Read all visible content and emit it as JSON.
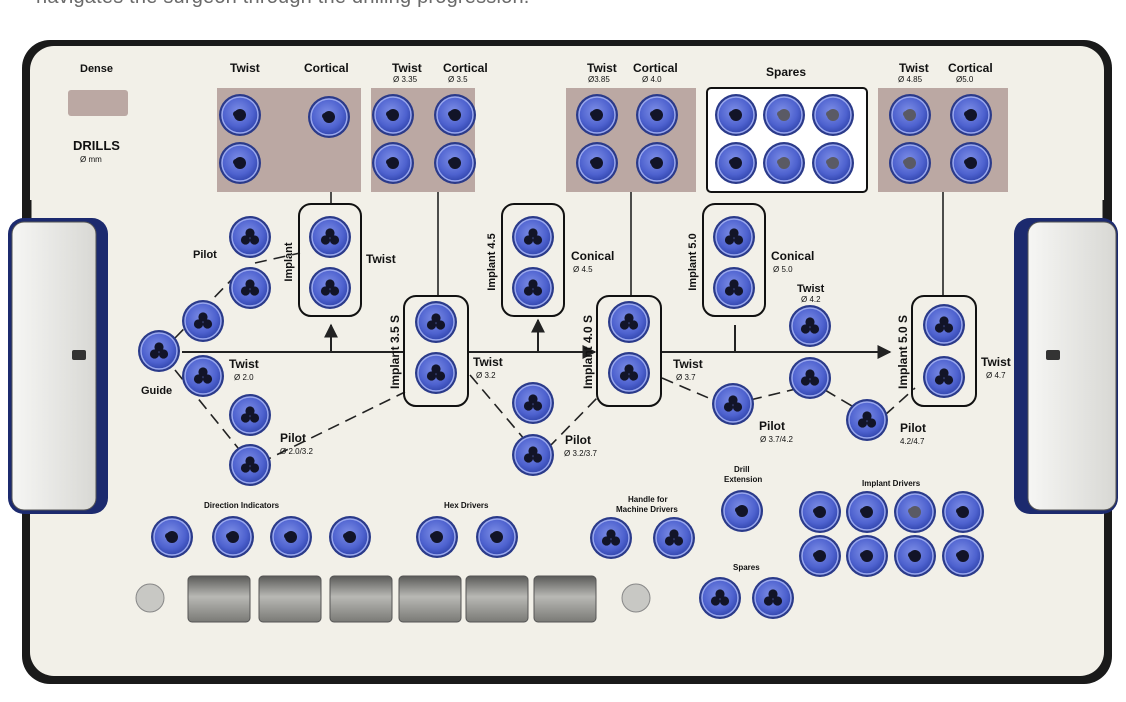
{
  "caption": "navigates the surgeon through the drilling progression.",
  "colors": {
    "tray": "#f2f0e8",
    "frame": "#1a1a1a",
    "pocket": "#bba8a3",
    "disc": "#5064d0",
    "disc_rim": "#9aa8ee",
    "handle": "#e8e8e6",
    "handle_edge": "#1c2a6e",
    "key": "#8a8a88"
  },
  "labels": {
    "dense": "Dense",
    "drills": "DRILLS",
    "drills_unit": "Ø mm",
    "top_twist_1": "Twist",
    "top_cortical_1": "Cortical",
    "top_twist_2": "Twist",
    "top_twist_2_dia": "Ø 3.35",
    "top_cortical_2": "Cortical",
    "top_cortical_2_dia": "Ø 3.5",
    "top_twist_3": "Twist",
    "top_twist_3_dia": "Ø3.85",
    "top_cortical_3": "Cortical",
    "top_cortical_3_dia": "Ø 4.0",
    "spares_top": "Spares",
    "top_twist_4": "Twist",
    "top_twist_4_dia": "Ø 4.85",
    "top_cortical_4": "Cortical",
    "top_cortical_4_dia": "Ø5.0",
    "pilot_1": "Pilot",
    "implant_1": "Implant",
    "twist_right_1": "Twist",
    "guide": "Guide",
    "twist_20": "Twist",
    "twist_20_dia": "Ø 2.0",
    "pilot_2": "Pilot",
    "pilot_2_dia": "Ø 2.0/3.2",
    "implant_35": "Implant 3.5 S",
    "twist_32": "Twist",
    "twist_32_dia": "Ø  3.2",
    "implant_45": "Implant 4.5",
    "conical_45": "Conical",
    "conical_45_dia": "Ø 4.5",
    "implant_40": "Implant 4.0 S",
    "pilot_3": "Pilot",
    "pilot_3_dia": "Ø 3.2/3.7",
    "implant_50": "Implant 5.0",
    "conical_50": "Conical",
    "conical_50_dia": "Ø 5.0",
    "twist_37": "Twist",
    "twist_37_dia": "Ø 3.7",
    "twist_42": "Twist",
    "twist_42_dia": "Ø 4.2",
    "pilot_4": "Pilot",
    "pilot_4_dia": "Ø 3.7/4.2",
    "pilot_5": "Pilot",
    "pilot_5_dia": "4.2/4.7",
    "implant_50s": "Implant 5.0 S",
    "twist_47": "Twist",
    "twist_47_dia": "Ø 4.7",
    "direction_indicators": "Direction Indicators",
    "hex_drivers": "Hex Drivers",
    "handle_1": "Handle for",
    "handle_2": "Machine Drivers",
    "drill_1": "Drill",
    "drill_2": "Extension",
    "implant_drivers": "Implant Drivers",
    "spares_bottom": "Spares"
  }
}
